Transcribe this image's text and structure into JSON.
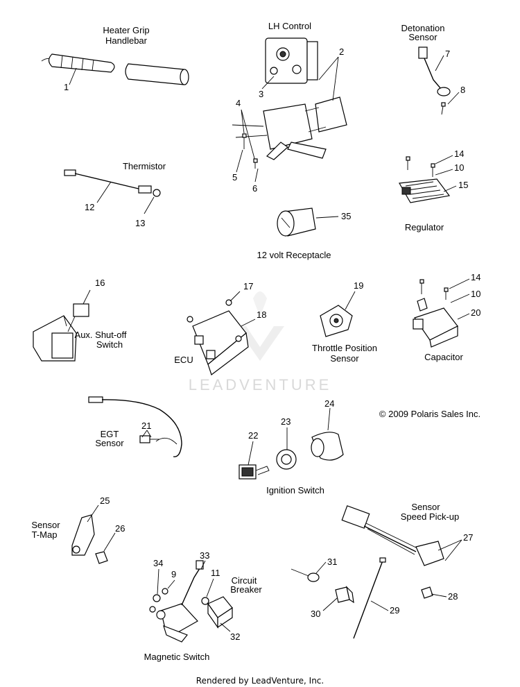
{
  "title_labels": {
    "heater_grip": [
      "Heater Grip",
      "Handlebar"
    ],
    "lh_control": "LH Control",
    "detonation_sensor": [
      "Detonation",
      "Sensor"
    ],
    "thermistor": "Thermistor",
    "regulator": "Regulator",
    "receptacle": "12 volt Receptacle",
    "aux_switch": [
      "Aux. Shut-off",
      "Switch"
    ],
    "ecu": "ECU",
    "tps": [
      "Throttle Position",
      "Sensor"
    ],
    "capacitor": "Capacitor",
    "copyright": "© 2009 Polaris Sales Inc.",
    "egt_sensor": [
      "EGT",
      "Sensor"
    ],
    "ignition_switch": "Ignition Switch",
    "speed_sensor": [
      "Sensor",
      "Speed Pick-up"
    ],
    "tmap_sensor": [
      "Sensor",
      "T-Map"
    ],
    "circuit_breaker": [
      "Circuit",
      "Breaker"
    ],
    "magnetic_switch": "Magnetic Switch"
  },
  "callouts": {
    "c1": "1",
    "c2": "2",
    "c3": "3",
    "c4": "4",
    "c5": "5",
    "c6": "6",
    "c7": "7",
    "c8": "8",
    "c9": "9",
    "c10a": "10",
    "c10b": "10",
    "c11": "11",
    "c12": "12",
    "c13": "13",
    "c14a": "14",
    "c14b": "14",
    "c15": "15",
    "c16": "16",
    "c17": "17",
    "c18": "18",
    "c19": "19",
    "c20": "20",
    "c21": "21",
    "c22": "22",
    "c23": "23",
    "c24": "24",
    "c25": "25",
    "c26": "26",
    "c27": "27",
    "c28": "28",
    "c29": "29",
    "c30": "30",
    "c31": "31",
    "c32": "32",
    "c33": "33",
    "c34": "34",
    "c35": "35"
  },
  "watermark": "LEADVENTURE",
  "footer": "Rendered by LeadVenture, Inc."
}
